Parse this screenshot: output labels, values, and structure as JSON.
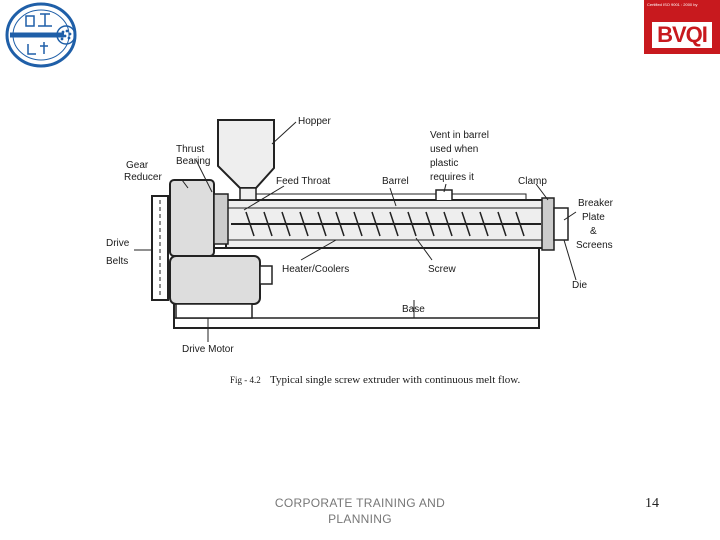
{
  "logos": {
    "left": {
      "icon": "cable-company-logo"
    },
    "right": {
      "cert_text": "Certified ISO 9001 : 2000 by",
      "brand": "BVQI",
      "color": "#c8191e"
    }
  },
  "diagram": {
    "labels": {
      "hopper": "Hopper",
      "thrust_bearing_1": "Thrust",
      "thrust_bearing_2": "Bearing",
      "gear_reducer_1": "Gear",
      "gear_reducer_2": "Reducer",
      "feed_throat": "Feed Throat",
      "barrel": "Barrel",
      "vent_1": "Vent in barrel",
      "vent_2": "used when",
      "vent_3": "plastic",
      "vent_4": "requires it",
      "clamp": "Clamp",
      "breaker_1": "Breaker",
      "breaker_2": "Plate",
      "breaker_3": "&",
      "breaker_4": "Screens",
      "drive_belts_1": "Drive",
      "drive_belts_2": "Belts",
      "heater_coolers": "Heater/Coolers",
      "screw": "Screw",
      "die": "Die",
      "base": "Base",
      "drive_motor": "Drive Motor"
    },
    "caption": {
      "fig": "Fig - 4.2",
      "text": "Typical single screw extruder with continuous melt flow."
    }
  },
  "footer": {
    "line1": "CORPORATE TRAINING AND",
    "line2": "PLANNING"
  },
  "page_number": "14"
}
